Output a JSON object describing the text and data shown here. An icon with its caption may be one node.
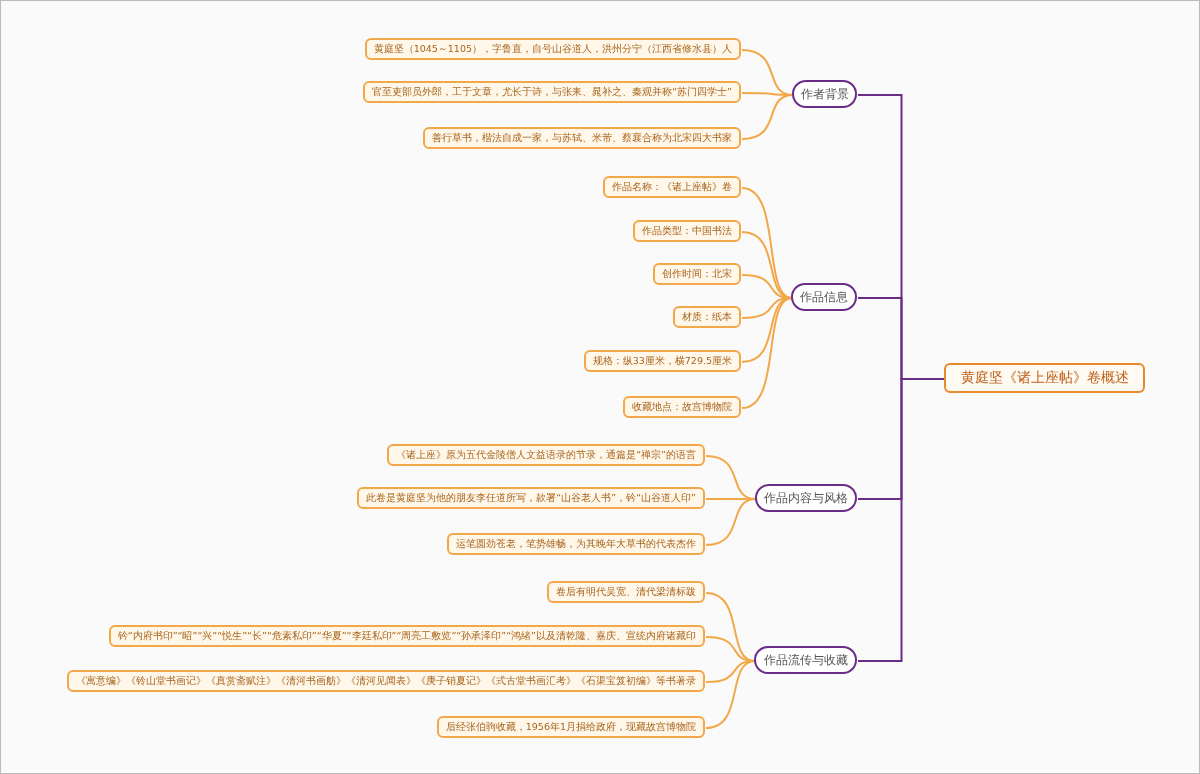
{
  "diagram": {
    "nodes": [
      {
        "text": [
          "黄庭坚《诸上座帖》卷概述"
        ]
      },
      {
        "text": [
          "作者背景"
        ]
      },
      {
        "text": [
          "黄庭坚（1045～1105），字鲁直，自号山谷道人，洪州分宁（江西省修水县）人"
        ]
      },
      {
        "text": [
          "官至吏部员外郎，工于文章，尤长于诗，与张耒、晁补之、秦观并称“苏门四学士”"
        ]
      },
      {
        "text": [
          "善行草书，楷法自成一家，与苏轼、米芾、蔡襄合称为北宋四大书家"
        ]
      },
      {
        "text": [
          "作品信息"
        ]
      },
      {
        "text": [
          "作品名称：《诸上座帖》卷"
        ]
      },
      {
        "text": [
          "作品类型：中国书法"
        ]
      },
      {
        "text": [
          "创作时间：北宋"
        ]
      },
      {
        "text": [
          "材质：纸本"
        ]
      },
      {
        "text": [
          "规格：纵33厘米，横729.5厘米"
        ]
      },
      {
        "text": [
          "收藏地点：故宫博物院"
        ]
      },
      {
        "text": [
          "作品内容与风格"
        ]
      },
      {
        "text": [
          "《诸上座》原为五代金陵僧人文益语录的节录，通篇是“禅宗”的语言"
        ]
      },
      {
        "text": [
          "此卷是黄庭坚为他的朋友李任道所写，款署“山谷老人书”，钤“山谷道人印”"
        ]
      },
      {
        "text": [
          "运笔圆劲苍老，笔势雄畅，为其晚年大草书的代表杰作"
        ]
      },
      {
        "text": [
          "作品流传与收藏"
        ]
      },
      {
        "text": [
          "卷后有明代吴宽、清代梁清标跋"
        ]
      },
      {
        "text": [
          "钤“内府书印”“昭”“兴”“悦生”“长”“危素私印”“华夏”“李廷私印”“周亮工敷览”“孙承泽印”“鸿绪”以及清乾隆、嘉庆、宣统内府诸藏印"
        ]
      },
      {
        "text": [
          "《寓意编》《铃山堂书画记》《真赏斋赋注》《清河书画舫》《清河见闻表》《庚子销夏记》《式古堂书画汇考》《石渠宝笈初编》等书著录"
        ]
      },
      {
        "text": [
          "后经张伯驹收藏，1956年1月捐给政府，现藏故宫博物院"
        ]
      }
    ],
    "edges": [
      {
        "from": 0,
        "to": 1,
        "arrow": "none",
        "color": "#6b2c87"
      },
      {
        "from": 1,
        "to": 2,
        "arrow": "none"
      },
      {
        "from": 1,
        "to": 3,
        "arrow": "none"
      },
      {
        "from": 1,
        "to": 4,
        "arrow": "none"
      },
      {
        "from": 0,
        "to": 5,
        "arrow": "none",
        "color": "#6b2c87"
      },
      {
        "from": 5,
        "to": 6,
        "arrow": "none"
      },
      {
        "from": 5,
        "to": 7,
        "arrow": "none"
      },
      {
        "from": 5,
        "to": 8,
        "arrow": "none"
      },
      {
        "from": 5,
        "to": 9,
        "arrow": "none"
      },
      {
        "from": 5,
        "to": 10,
        "arrow": "none"
      },
      {
        "from": 5,
        "to": 11,
        "arrow": "none"
      },
      {
        "from": 0,
        "to": 12,
        "arrow": "none",
        "color": "#6b2c87"
      },
      {
        "from": 12,
        "to": 13,
        "arrow": "none"
      },
      {
        "from": 12,
        "to": 14,
        "arrow": "none"
      },
      {
        "from": 12,
        "to": 15,
        "arrow": "none"
      },
      {
        "from": 0,
        "to": 16,
        "arrow": "none",
        "color": "#6b2c87"
      },
      {
        "from": 16,
        "to": 17,
        "arrow": "none"
      },
      {
        "from": 16,
        "to": 18,
        "arrow": "none"
      },
      {
        "from": 16,
        "to": 19,
        "arrow": "none"
      },
      {
        "from": 16,
        "to": 20,
        "arrow": "none"
      }
    ]
  }
}
